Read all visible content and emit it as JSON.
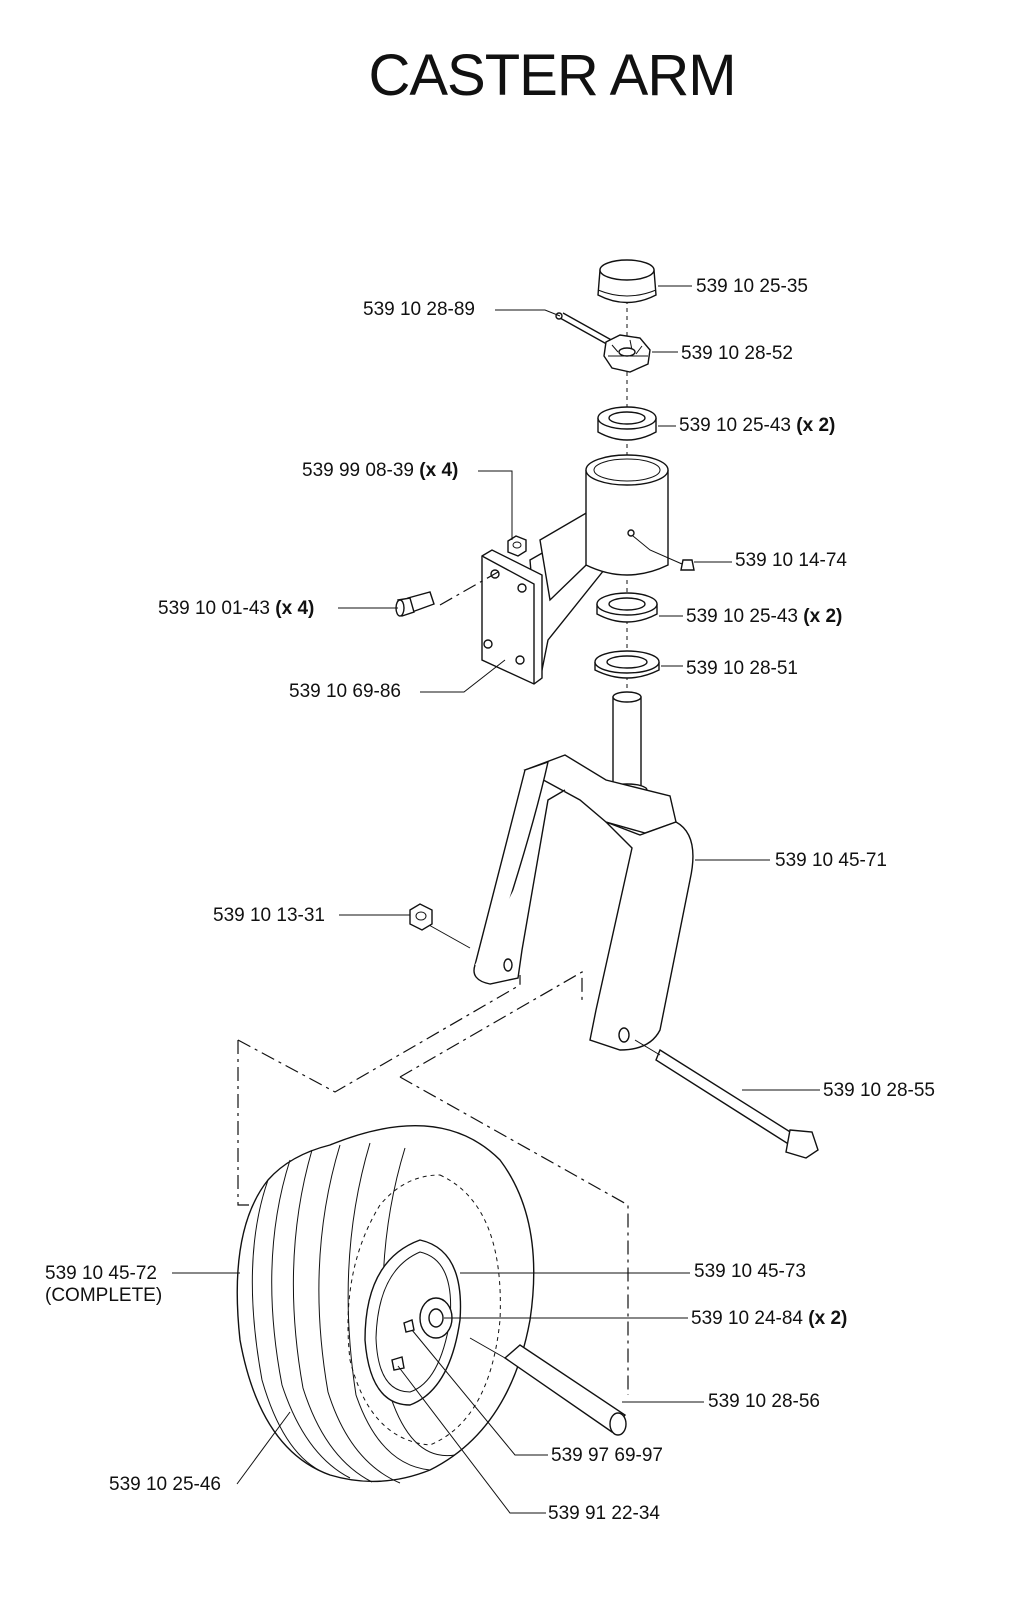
{
  "title": "CASTER ARM",
  "callouts": {
    "grease_cap": "539 10 25-35",
    "cotter_pin": "539 10 28-89",
    "castle_nut": "539 10 28-52",
    "bearing_top": {
      "part": "539 10 25-43",
      "qty": "(x 2)"
    },
    "locknut": {
      "part": "539 99 08-39",
      "qty": "(x 4)"
    },
    "grease_fitting": "539 10 14-74",
    "bolt": {
      "part": "539 10 01-43",
      "qty": "(x 4)"
    },
    "bearing_bottom": {
      "part": "539 10 25-43",
      "qty": "(x 2)"
    },
    "seal": "539 10 28-51",
    "mount_arm": "539 10 69-86",
    "fork": "539 10 45-71",
    "axle_nut": "539 10 13-31",
    "axle_bolt": "539 10 28-55",
    "wheel_complete": {
      "part": "539 10 45-72",
      "note": "(COMPLETE)"
    },
    "rim": "539 10 45-73",
    "wheel_bearing": {
      "part": "539 10 24-84",
      "qty": "(x 2)"
    },
    "spacer": "539 10 28-56",
    "fitting_a": "539 97 69-97",
    "tire": "539 10 25-46",
    "fitting_b": "539 91 22-34"
  }
}
